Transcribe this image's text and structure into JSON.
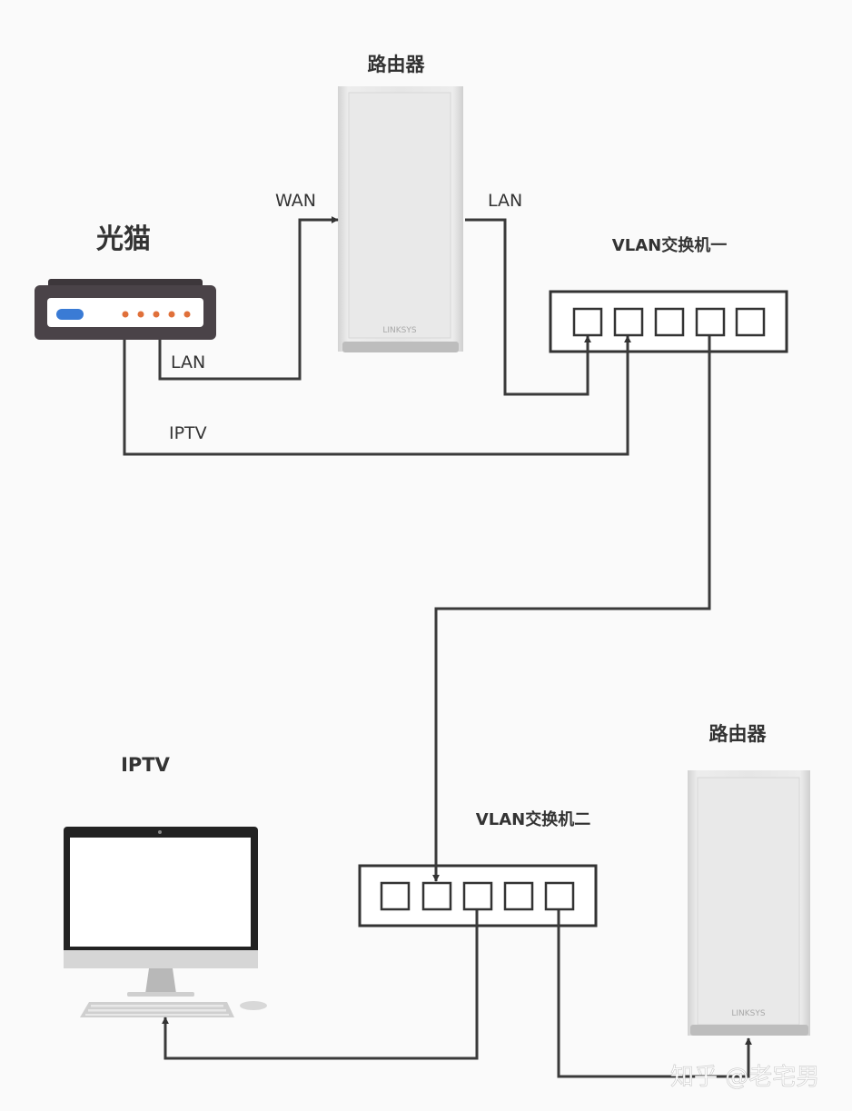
{
  "labels": {
    "modem": "光猫",
    "router_top": "路由器",
    "router_bottom": "路由器",
    "switch_one": "VLAN交换机一",
    "switch_two": "VLAN交换机二",
    "iptv_device": "IPTV"
  },
  "wire_labels": {
    "wan": "WAN",
    "lan_router": "LAN",
    "lan_modem": "LAN",
    "iptv_modem": "IPTV"
  },
  "brand": {
    "router_top": "LINKSYS",
    "router_bottom": "LINKSYS"
  },
  "watermark": "知乎 @老宅男",
  "colors": {
    "wire": "#3a3a3a",
    "modem_body": "#4a4348",
    "modem_led": "#e0703a",
    "modem_blue": "#3a7bd5",
    "router_body": "#e6e6e6"
  }
}
